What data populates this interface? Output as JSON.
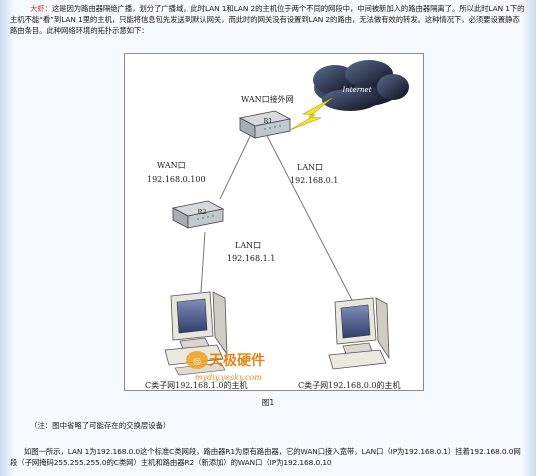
{
  "intro": {
    "lead": "大虾：",
    "text": "这是因为路由器隔绝广播，划分了广播域，此时LAN 1和LAN 2的主机位于两个不同的网段中，中间被新加入的路由器隔离了。所以此时LAN 1下的主机不能“看”到LAN 1里的主机，只能将信息包先发送到默认网关，而此时的网关没有设置到LAN 2的路由，无法做有效的转发。这种情况下，必须要设置静态路由条目。此种网络环境的拓扑示意如下："
  },
  "figure": {
    "internet_label": "Internet",
    "wan_to_external": "WAN口接外网",
    "r1_label": "R1",
    "r2_label": "R2",
    "r2_wan_label": "WAN口",
    "r2_wan_ip": "192.168.0.100",
    "r1_lan_label": "LAN口",
    "r1_lan_ip": "192.168.0.1",
    "r2_lan_label": "LAN口",
    "r2_lan_ip": "192.168.1.1",
    "host_left_caption": "C类子网192.168.1.0的主机",
    "host_right_caption": "C类子网192.168.0.0的主机",
    "watermark_cn": "天极硬件",
    "watermark_url": "mydiy.yesky.com"
  },
  "figure_caption": "图1",
  "note": "（注：图中省略了可能存在的交换层设备）",
  "para2": "如图一所示，LAN 1为192.168.0.0这个标准C类网段，路由器R1为原有路由器，它的WAN口接入宽带，LAN口（IP为192.168.0.1）挂着192.168.0.0网段（子网掩码255.255.255.0的C类网）主机和路由器R2（新添加）的WAN口（IP为192.168.0.10"
}
